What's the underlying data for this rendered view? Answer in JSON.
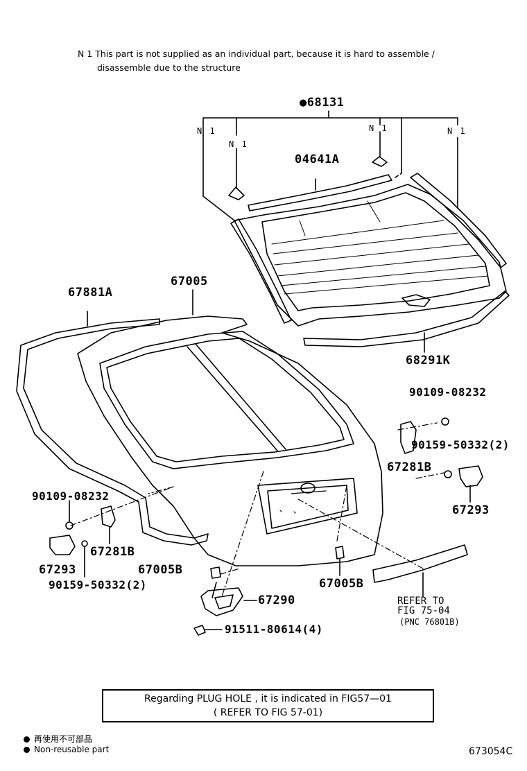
{
  "note": {
    "line1": "N 1  This part is not supplied as an individual part, because it is hard to assemble  /",
    "line2": "disassemble due to the structure"
  },
  "labels": {
    "p68131": "●68131",
    "n1": "N 1",
    "p04641A": "04641A",
    "p67005": "67005",
    "p67881A": "67881A",
    "p68291K": "68291K",
    "p90109_r": "90109-08232",
    "p90159_r": "90159-50332(2)",
    "p67281B_r": "67281B",
    "p67293_r": "67293",
    "p90109_l": "90109-08232",
    "p67281B_l": "67281B",
    "p67293_l": "67293",
    "p90159_l": "90159-50332(2)",
    "p67005B_l": "67005B",
    "p67005B_r": "67005B",
    "p67290": "67290",
    "p91511": "91511-80614(4)"
  },
  "reference": {
    "line1": "REFER TO",
    "line2": "FIG 75-04",
    "line3": "(PNC 76801B)"
  },
  "plug_box": {
    "line1": "Regarding  PLUG HOLE , it is indicated  in  FIG57—01",
    "line2": "( REFER TO FIG 57-01)"
  },
  "legend": [
    {
      "icon": "filled-circle",
      "text": "再使用不可部品"
    },
    {
      "icon": "filled-circle",
      "text": "Non-reusable part"
    }
  ],
  "diagram_code": "673054C"
}
